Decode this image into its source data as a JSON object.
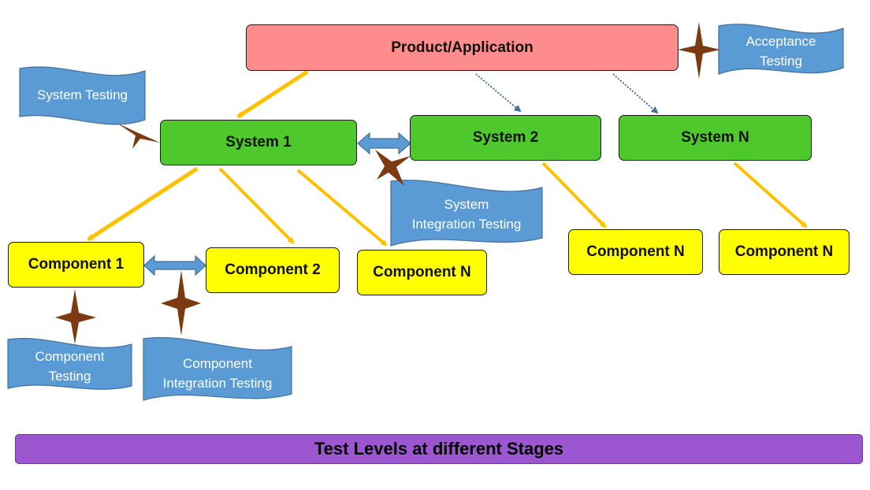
{
  "product": {
    "label": "Product/Application"
  },
  "systems": [
    {
      "label": "System 1"
    },
    {
      "label": "System 2"
    },
    {
      "label": "System N"
    }
  ],
  "components": [
    {
      "label": "Component 1"
    },
    {
      "label": "Component 2"
    },
    {
      "label": "Component N"
    },
    {
      "label": "Component N"
    },
    {
      "label": "Component N"
    }
  ],
  "test_levels": {
    "acceptance": {
      "line1": "Acceptance",
      "line2": "Testing"
    },
    "system": {
      "line1": "System Testing"
    },
    "system_integration": {
      "line1": "System",
      "line2": "Integration Testing"
    },
    "component": {
      "line1": "Component",
      "line2": "Testing"
    },
    "component_integration": {
      "line1": "Component",
      "line2": "Integration Testing"
    }
  },
  "footer": {
    "title": "Test Levels at different Stages"
  },
  "colors": {
    "product": "#ff8c8c",
    "system": "#4ec82c",
    "component": "#ffff00",
    "flag": "#5b9bd5",
    "star": "#7b3a10",
    "arrow": "#ffc000",
    "banner": "#9c57d0"
  }
}
